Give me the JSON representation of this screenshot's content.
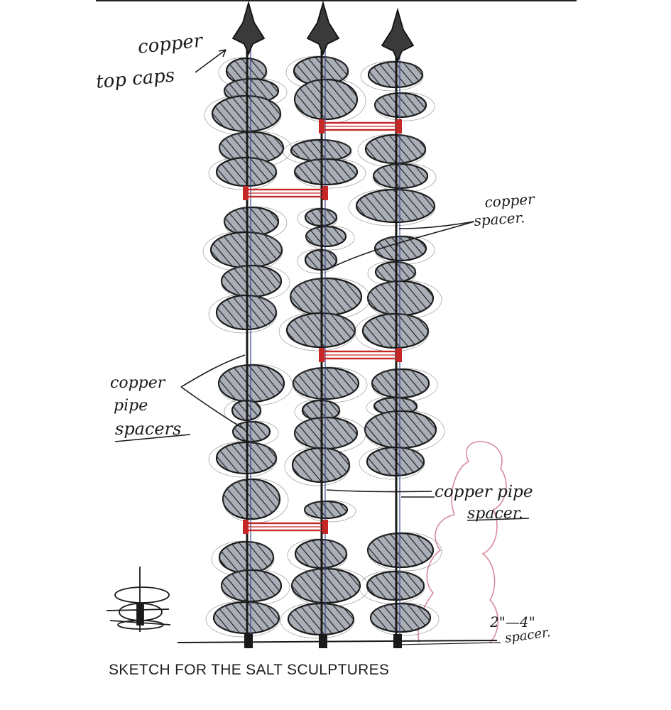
{
  "caption": "SKETCH FOR THE SALT SCULPTURES",
  "annotations": {
    "top_caps_line1": "copper",
    "top_caps_line2": "top caps",
    "spacer_right_line1": "copper",
    "spacer_right_line2": "spacer.",
    "pipe_spacers_line1": "copper",
    "pipe_spacers_line2": "pipe",
    "pipe_spacers_line3": "spacers",
    "pipe_spacer_lower_line1": "copper pipe",
    "pipe_spacer_lower_line2": "spacer.",
    "gap_label": "2\"—4\"",
    "gap_label_2": "spacer."
  },
  "colors": {
    "ink": "#1a1a1a",
    "stone_fill": "#9ea3ad",
    "copper_red": "#c62828",
    "pink_outline": "#d88a9a",
    "rod_blue": "#3a4a8a"
  }
}
